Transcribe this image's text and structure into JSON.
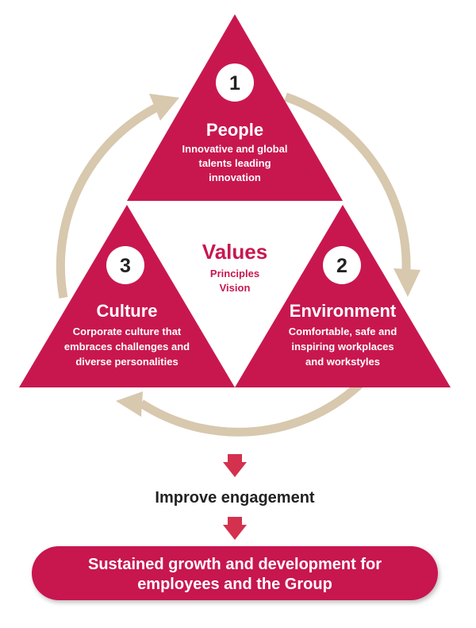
{
  "colors": {
    "crimson": "#c8174f",
    "cycle_arrow": "#d7c8ae",
    "down_arrow": "#d3314e",
    "badge_fill": "#ffffff",
    "text_light": "#ffffff",
    "text_dark": "#222222"
  },
  "people": {
    "number": "1",
    "title": "People",
    "lines": [
      "Innovative and global",
      "talents leading",
      "innovation"
    ]
  },
  "environment": {
    "number": "2",
    "title": "Environment",
    "lines": [
      "Comfortable, safe and",
      "inspiring workplaces",
      "and workstyles"
    ]
  },
  "culture": {
    "number": "3",
    "title": "Culture",
    "lines": [
      "Corporate culture that",
      "embraces challenges and",
      "diverse personalities"
    ]
  },
  "center": {
    "title": "Values",
    "line1": "Principles",
    "line2": "Vision"
  },
  "engagement": "Improve engagement",
  "outcome": {
    "line1": "Sustained growth and development for",
    "line2": "employees and the Group"
  }
}
